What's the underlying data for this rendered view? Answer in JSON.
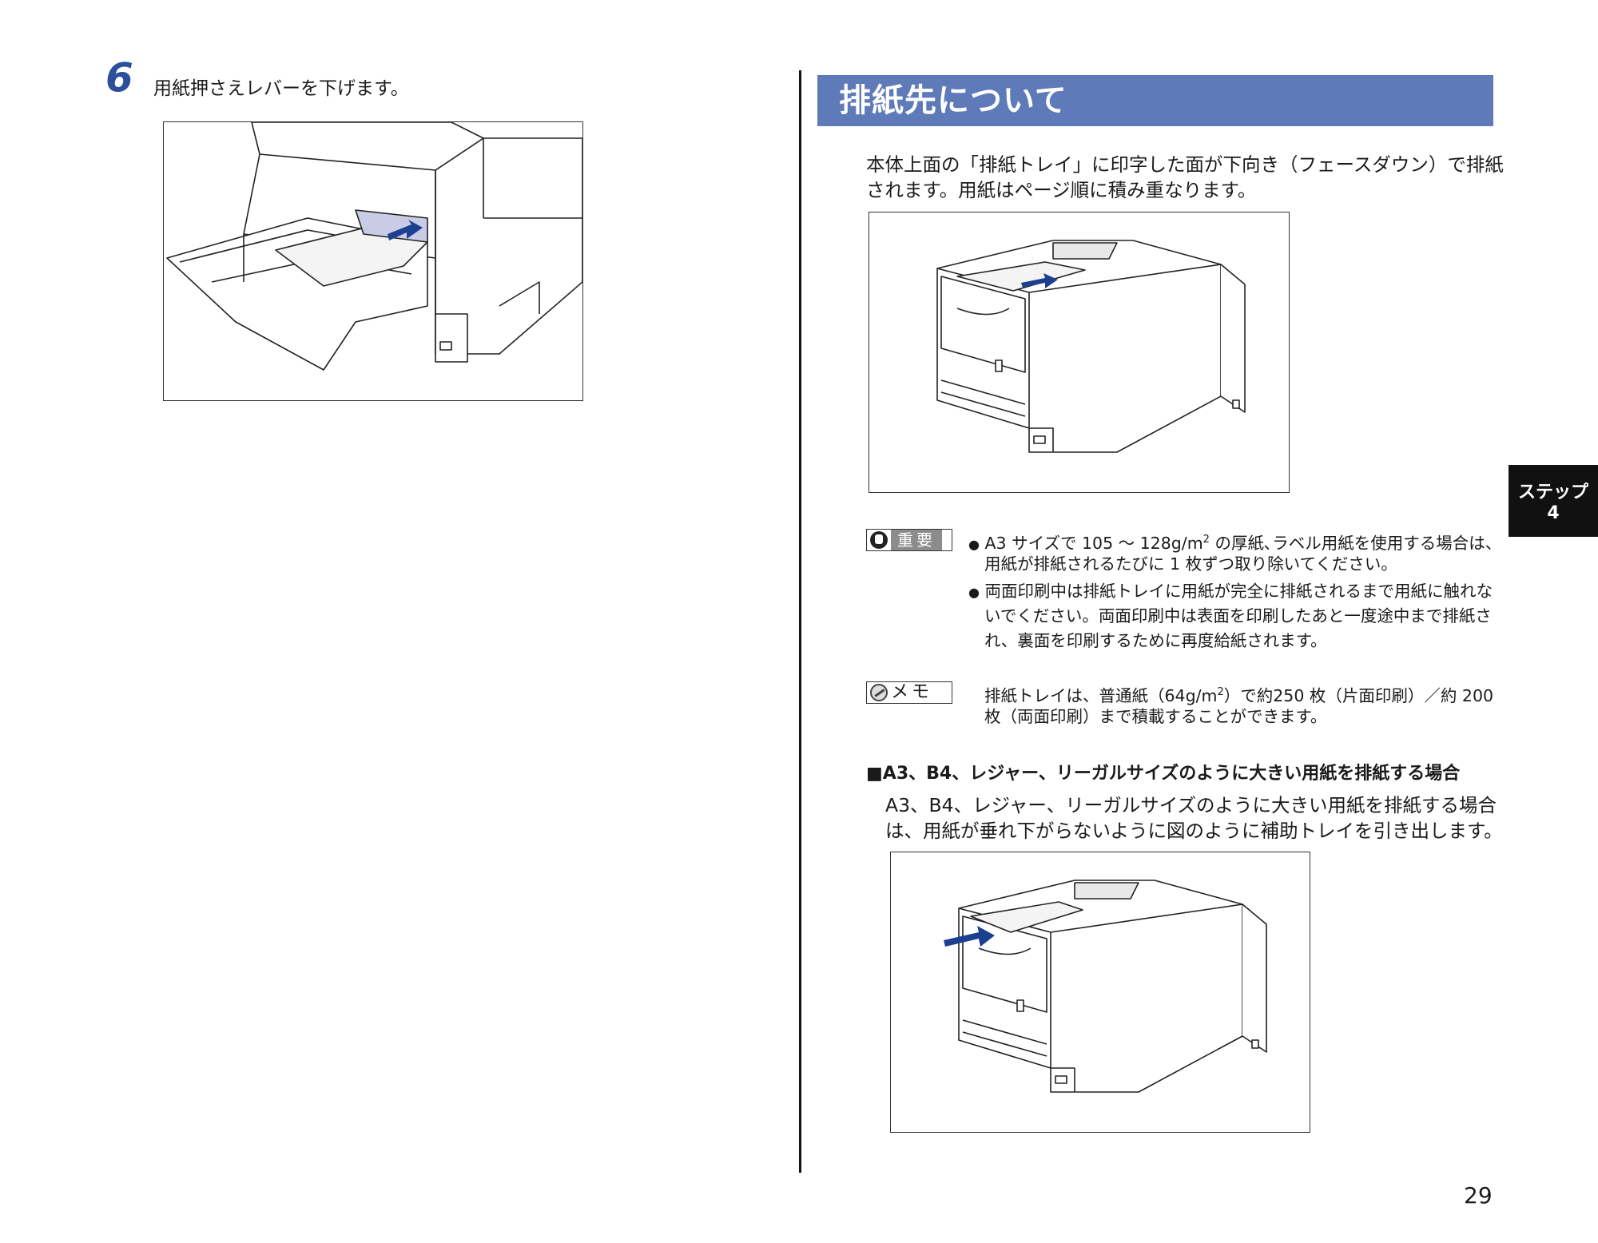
{
  "left": {
    "step_number": "6",
    "step_text": "用紙押さえレバーを下げます。"
  },
  "right": {
    "section_title": "排紙先について",
    "intro_line1": "本体上面の「排紙トレイ」に印字した面が下向き（フェースダウン）で排紙",
    "intro_line2": "されます。用紙はページ順に積み重なります。",
    "important_label": "重要",
    "important_bullets": [
      {
        "line1_pre": "A3 サイズで 105 ～ 128g/m",
        "line1_sup": "2",
        "line1_post": " の厚紙､ラベル用紙を使用する場合は、",
        "line2": "用紙が排紙されるたびに 1 枚ずつ取り除いてください。"
      },
      {
        "line1": "両面印刷中は排紙トレイに用紙が完全に排紙されるまで用紙に触れな",
        "line2": "いでください。両面印刷中は表面を印刷したあと一度途中まで排紙さ",
        "line3": "れ、裏面を印刷するために再度給紙されます。"
      }
    ],
    "memo_label": "メモ",
    "memo_line1_pre": "排紙トレイは、普通紙（64g/m",
    "memo_line1_sup": "2",
    "memo_line1_post": "）で約250 枚（片面印刷）／約 200",
    "memo_line2": "枚（両面印刷）まで積載することができます。",
    "subheading": "■A3、B4、レジャー、リーガルサイズのように大きい用紙を排紙する場合",
    "sub_line1": "A3、B4、レジャー、リーガルサイズのように大きい用紙を排紙する場合",
    "sub_line2": "は、用紙が垂れ下がらないように図のように補助トレイを引き出します。"
  },
  "side_tab": {
    "line1": "ステップ",
    "line2": "4"
  },
  "page_number": "29",
  "colors": {
    "accent": "#5e7ab8",
    "arrow": "#1d3f8f",
    "tab": "#111111"
  }
}
